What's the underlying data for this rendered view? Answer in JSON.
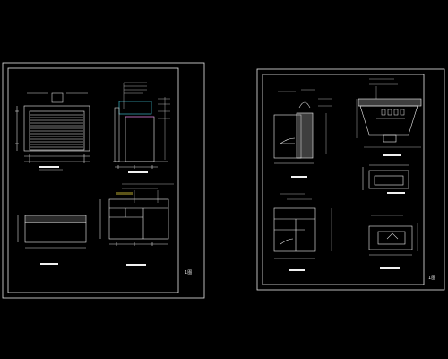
{
  "sheets": [
    {
      "id": "sheet-1",
      "number": "1",
      "suffix": "图"
    },
    {
      "id": "sheet-2",
      "number": "1",
      "suffix": "图"
    }
  ],
  "colors": {
    "background": "#000000",
    "frame": "#e8e8e8",
    "line": "#f0f0f0",
    "dim": "#d8d8d8",
    "accent_magenta": "#d23cd2",
    "accent_cyan": "#46d2e6",
    "accent_yellow": "#e6d23c"
  }
}
